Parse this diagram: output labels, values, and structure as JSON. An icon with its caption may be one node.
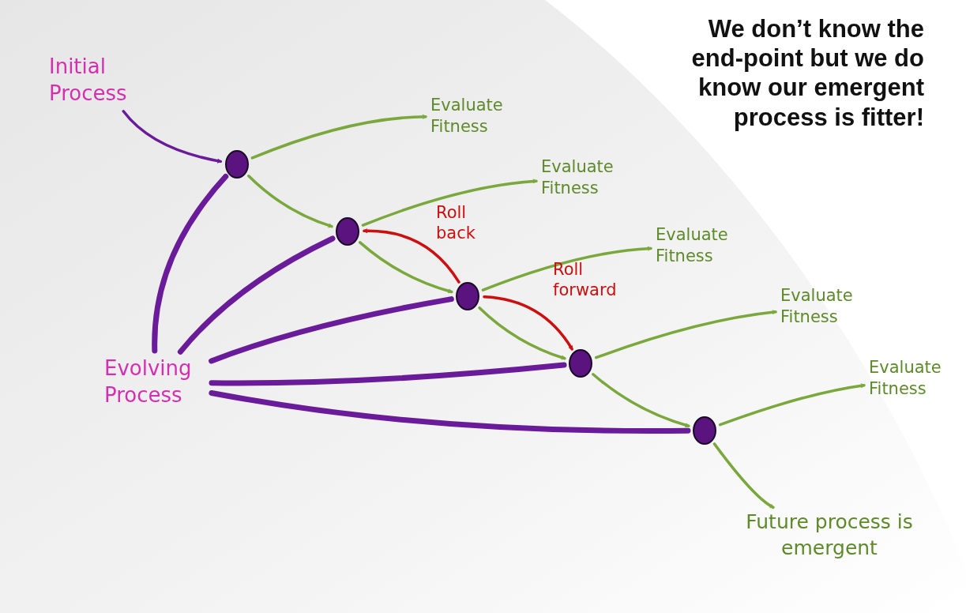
{
  "diagram": {
    "title": "We don’t know the end-point but we do know our emergent process is fitter!",
    "nodes": [
      {
        "text": [
          "Initial Process"
        ]
      },
      {
        "text": [
          "Evolving Process"
        ]
      },
      {
        "text": [],
        "shape": "circle"
      },
      {
        "text": [],
        "shape": "circle"
      },
      {
        "text": [],
        "shape": "circle"
      },
      {
        "text": [],
        "shape": "circle"
      },
      {
        "text": [],
        "shape": "circle"
      },
      {
        "text": [
          "Evaluate Fitness"
        ]
      },
      {
        "text": [
          "Evaluate Fitness"
        ]
      },
      {
        "text": [
          "Evaluate Fitness"
        ]
      },
      {
        "text": [
          "Evaluate Fitness"
        ]
      },
      {
        "text": [
          "Evaluate Fitness"
        ]
      },
      {
        "text": [
          "Future process is emergent"
        ]
      }
    ],
    "edges": [
      {
        "from": 0,
        "to": 2,
        "arrow": "to",
        "color": "#6a1b9a"
      },
      {
        "from": 1,
        "to": 2,
        "arrow": "to",
        "color": "#6a1b9a",
        "style": "thick"
      },
      {
        "from": 1,
        "to": 3,
        "arrow": "to",
        "color": "#6a1b9a",
        "style": "thick"
      },
      {
        "from": 1,
        "to": 4,
        "arrow": "to",
        "color": "#6a1b9a",
        "style": "thick"
      },
      {
        "from": 1,
        "to": 5,
        "arrow": "to",
        "color": "#6a1b9a",
        "style": "thick"
      },
      {
        "from": 1,
        "to": 6,
        "arrow": "to",
        "color": "#6a1b9a",
        "style": "thick"
      },
      {
        "from": 2,
        "to": 7,
        "arrow": "to"
      },
      {
        "from": 2,
        "to": 3,
        "arrow": "to"
      },
      {
        "from": 3,
        "to": 8,
        "arrow": "to"
      },
      {
        "from": 3,
        "to": 4,
        "arrow": "to"
      },
      {
        "from": 4,
        "to": 9,
        "arrow": "to"
      },
      {
        "from": 4,
        "to": 5,
        "arrow": "to"
      },
      {
        "from": 5,
        "to": 10,
        "arrow": "to"
      },
      {
        "from": 5,
        "to": 6,
        "arrow": "to"
      },
      {
        "from": 6,
        "to": 11,
        "arrow": "to"
      },
      {
        "from": 6,
        "to": 12,
        "arrow": "to"
      },
      {
        "from": 4,
        "to": 3,
        "arrow": "to",
        "label": "Roll back",
        "color": "#cc1010"
      },
      {
        "from": 4,
        "to": 5,
        "arrow": "to",
        "label": "Roll forward",
        "color": "#cc1010"
      }
    ]
  }
}
